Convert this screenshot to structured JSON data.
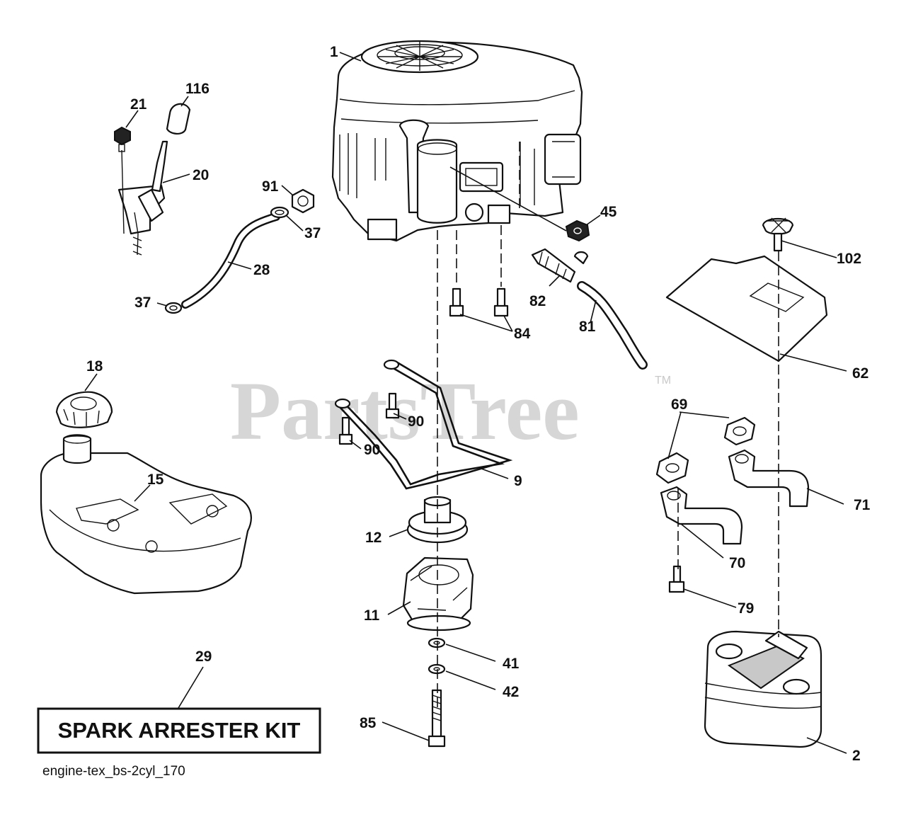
{
  "diagram": {
    "watermark": "PartsTree",
    "watermark_tm": "TM",
    "kit_label": "SPARK ARRESTER KIT",
    "drawing_code": "engine-tex_bs-2cyl_170",
    "callouts": {
      "c1": "1",
      "c116": "116",
      "c21": "21",
      "c20": "20",
      "c91": "91",
      "c37a": "37",
      "c28": "28",
      "c37b": "37",
      "c45": "45",
      "c102": "102",
      "c82": "82",
      "c81": "81",
      "c84": "84",
      "c62": "62",
      "c18": "18",
      "c90a": "90",
      "c90b": "90",
      "c9": "9",
      "c15": "15",
      "c69": "69",
      "c71": "71",
      "c12": "12",
      "c70": "70",
      "c11": "11",
      "c79": "79",
      "c29": "29",
      "c41": "41",
      "c42": "42",
      "c85": "85",
      "c2": "2"
    }
  }
}
